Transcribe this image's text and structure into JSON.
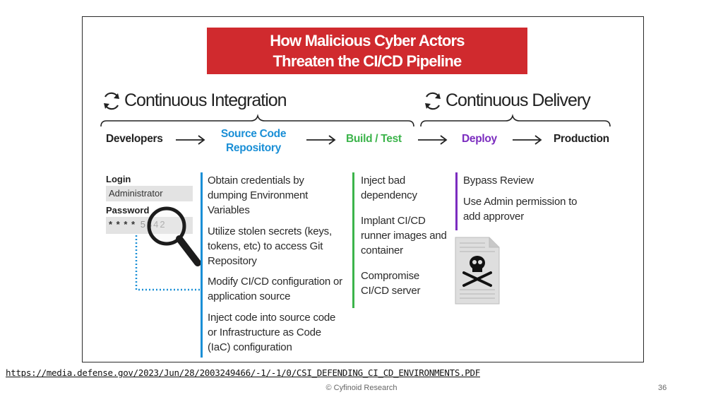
{
  "banner": {
    "line1": "How Malicious Cyber Actors",
    "line2": "Threaten the CI/CD Pipeline"
  },
  "sections": {
    "ci_title": "Continuous Integration",
    "cd_title": "Continuous Delivery"
  },
  "stages": {
    "developers": "Developers",
    "source_line1": "Source Code",
    "source_line2": "Repository",
    "build": "Build / Test",
    "deploy": "Deploy",
    "production": "Production"
  },
  "colors": {
    "banner": "#d02a2e",
    "source": "#1a8fd6",
    "build": "#3cb44b",
    "deploy": "#7b2cbf"
  },
  "login": {
    "login_label": "Login",
    "username": "Administrator",
    "password_label": "Password",
    "password_mask": "* * * *",
    "password_reveal": "5842"
  },
  "source_items": [
    "Obtain credentials by dumping Environment Variables",
    "Utilize stolen secrets (keys, tokens, etc) to access Git Repository",
    "Modify CI/CD configuration or application source",
    "Inject code into source code or Infrastructure as Code (IaC) configuration"
  ],
  "build_items": [
    "Inject bad dependency",
    "Implant CI/CD runner images and container",
    "Compromise CI/CD server"
  ],
  "deploy_items": [
    "Bypass Review",
    "Use Admin permission to add approver"
  ],
  "icons": [
    "cycle-arrows-icon",
    "magnifier-icon",
    "skull-document-icon"
  ],
  "footer": {
    "url": "https://media.defense.gov/2023/Jun/28/2003249466/-1/-1/0/CSI_DEFENDING_CI_CD_ENVIRONMENTS.PDF",
    "copyright": "© Cyfinoid Research",
    "page_number": "36"
  }
}
